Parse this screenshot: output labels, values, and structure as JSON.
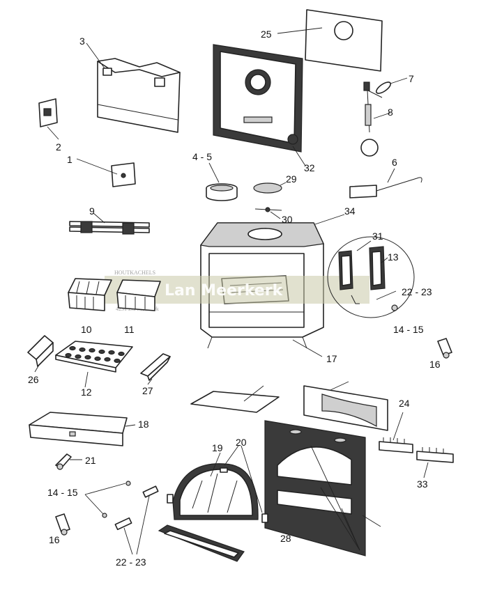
{
  "labels": {
    "l1": "1",
    "l2": "2",
    "l3": "3",
    "l45": "4 - 5",
    "l6": "6",
    "l7": "7",
    "l8": "8",
    "l9": "9",
    "l10": "10",
    "l11": "11",
    "l12": "12",
    "l13": "13",
    "l1415a": "14 - 15",
    "l1415b": "14 - 15",
    "l16a": "16",
    "l16b": "16",
    "l17": "17",
    "l18": "18",
    "l19": "19",
    "l20": "20",
    "l21": "21",
    "l2223a": "22 - 23",
    "l2223b": "22 - 23",
    "l24": "24",
    "l25": "25",
    "l26": "26",
    "l27": "27",
    "l28": "28",
    "l29": "29",
    "l30": "30",
    "l31": "31",
    "l32": "32",
    "l33": "33",
    "l34": "34"
  },
  "watermark": {
    "brand": "Lan  Meerkerk",
    "line1": "HOUTKACHELS",
    "line2": "4231 ZG  Meerkerk"
  },
  "colors": {
    "ink": "#222222",
    "paper": "#ffffff",
    "watermark": "#c8c8a8"
  }
}
